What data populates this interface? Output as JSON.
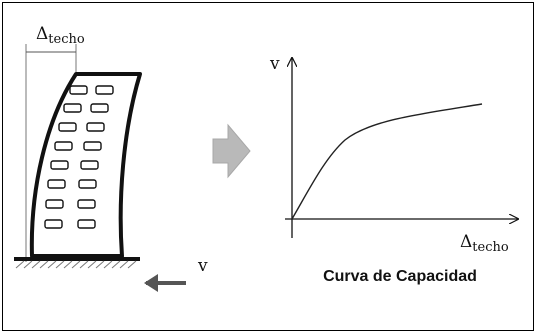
{
  "building": {
    "drift_symbol": "Δ",
    "drift_subscript": "techo",
    "base_force_label": "v"
  },
  "capacity_curve": {
    "y_axis_label": "v",
    "x_axis_symbol": "Δ",
    "x_axis_subscript": "techo",
    "caption": "Curva de Capacidad"
  },
  "colors": {
    "line": "#111111",
    "ground_hatch": "#777777",
    "transition_arrow": "#b9b9b9"
  }
}
